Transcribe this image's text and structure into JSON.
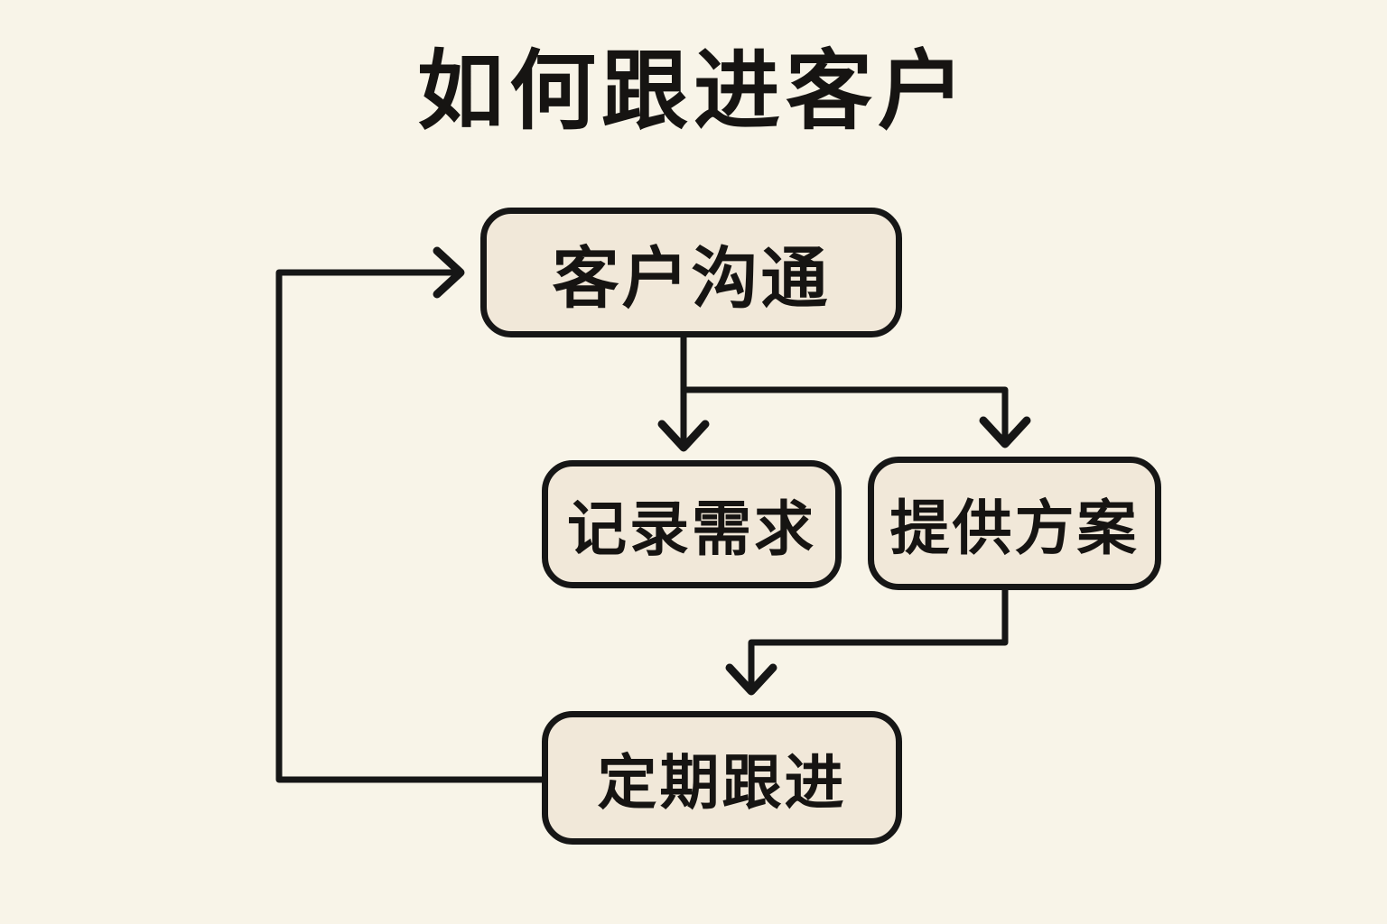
{
  "title": "如何跟进客户",
  "diagram": {
    "type": "flowchart",
    "nodes": [
      {
        "id": "communicate",
        "label": "客户沟通"
      },
      {
        "id": "record",
        "label": "记录需求"
      },
      {
        "id": "propose",
        "label": "提供方案"
      },
      {
        "id": "followup",
        "label": "定期跟进"
      }
    ],
    "edges": [
      {
        "from": "communicate",
        "to": "record"
      },
      {
        "from": "communicate",
        "to": "propose"
      },
      {
        "from": "propose",
        "to": "followup"
      },
      {
        "from": "followup",
        "to": "communicate",
        "note": "loop-back"
      }
    ]
  },
  "colors": {
    "background": "#f8f4e8",
    "node_fill": "#f1e8d9",
    "stroke": "#161616",
    "text": "#161412"
  }
}
